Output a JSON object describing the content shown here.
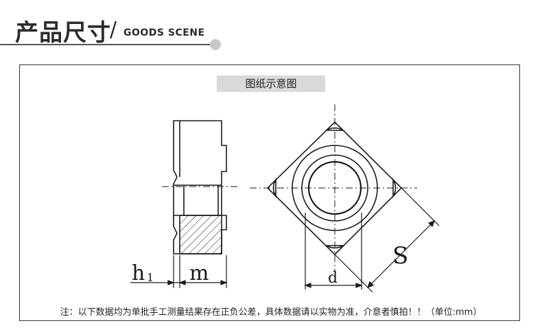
{
  "header": {
    "title_cn": "产品尺寸",
    "slash": "/",
    "title_en": "GOODS SCENE"
  },
  "diagram": {
    "label": "图纸示意图",
    "dim_h": "h",
    "dim_h_sub": "1",
    "dim_m": "m",
    "dim_d": "d",
    "dim_s": "S"
  },
  "footnote": "注：以下数据均为单批手工测量结果存在正负公差，具体数据请以实物为准，介意者慎拍！！（单位:mm）",
  "colors": {
    "line": "#1a1a1a",
    "label_bg": "#d9d9d9",
    "accent_dot": "#c9c9c9"
  }
}
